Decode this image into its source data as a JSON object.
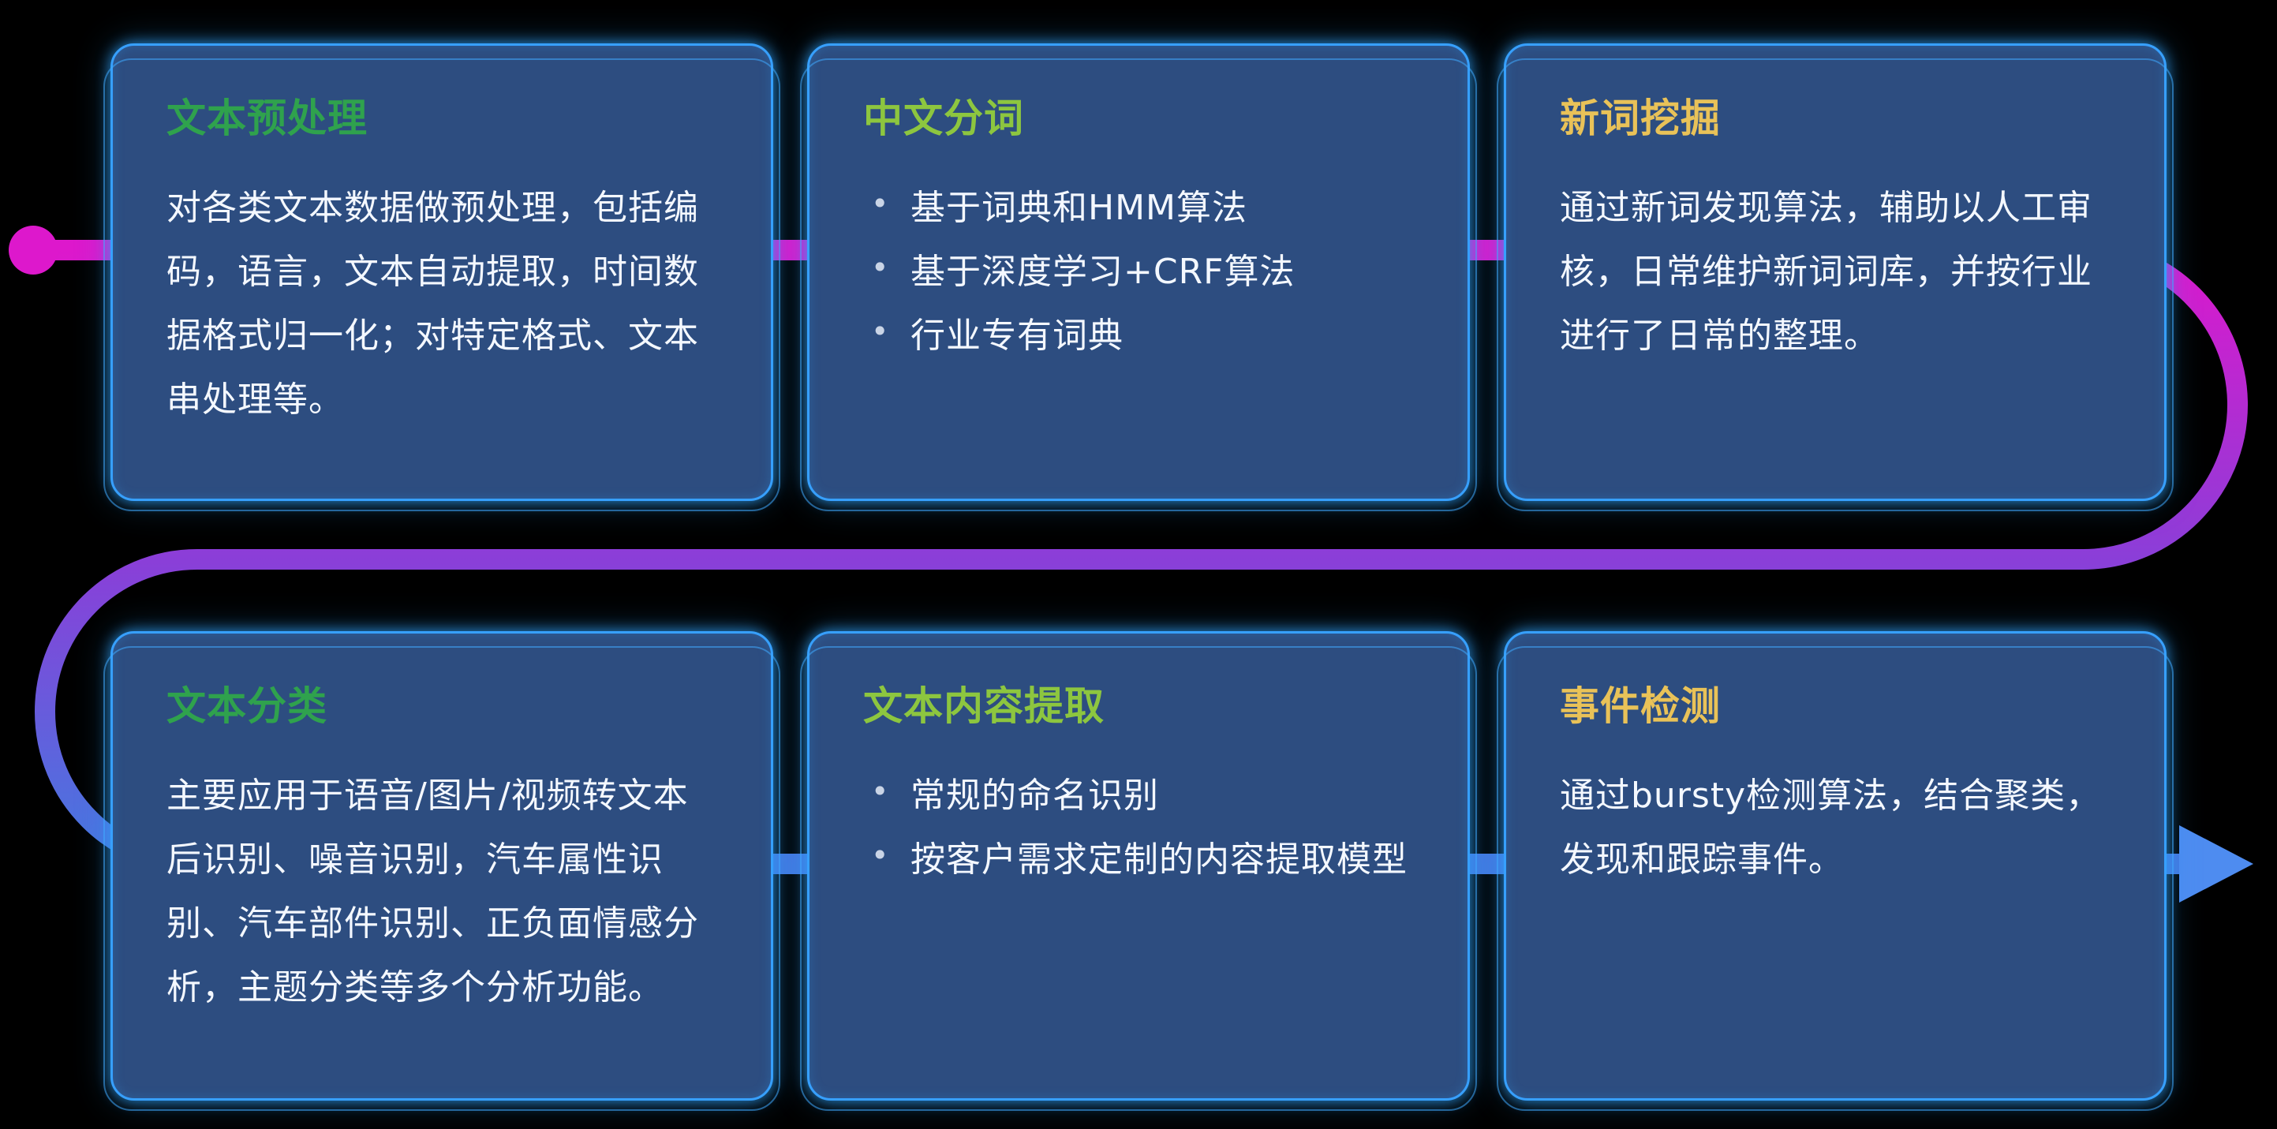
{
  "palette": {
    "background": "#000000",
    "card_fill": "#2d4d80",
    "card_border": "#37a0ff",
    "magenta": "#dd18cc",
    "purple": "#8b3ed8",
    "blue": "#4479e0",
    "arrow_blue": "#4e8cf0",
    "green_title": "#2fa24d",
    "lime_title": "#8dc63f",
    "gold_title": "#e9c258"
  },
  "cards": [
    {
      "id": "text-preprocessing",
      "title": "文本预处理",
      "title_color": "#2fa24d",
      "type": "paragraph",
      "body": "对各类文本数据做预处理，包括编码，语言，文本自动提取，时间数据格式归一化；对特定格式、文本串处理等。"
    },
    {
      "id": "chinese-word-segmentation",
      "title": "中文分词",
      "title_color": "#8dc63f",
      "type": "bullets",
      "bullets": [
        "基于词典和HMM算法",
        "基于深度学习+CRF算法",
        "行业专有词典"
      ]
    },
    {
      "id": "new-word-mining",
      "title": "新词挖掘",
      "title_color": "#e9c258",
      "type": "paragraph",
      "body": "通过新词发现算法，辅助以人工审核，日常维护新词词库，并按行业进行了日常的整理。"
    },
    {
      "id": "text-classification",
      "title": "文本分类",
      "title_color": "#2fa24d",
      "type": "paragraph",
      "body": "主要应用于语音/图片/视频转文本后识别、噪音识别，汽车属性识别、汽车部件识别、正负面情感分析，主题分类等多个分析功能。"
    },
    {
      "id": "text-content-extraction",
      "title": "文本内容提取",
      "title_color": "#8dc63f",
      "type": "bullets",
      "bullets": [
        "常规的命名识别",
        "按客户需求定制的内容提取模型"
      ]
    },
    {
      "id": "event-detection",
      "title": "事件检测",
      "title_color": "#e9c258",
      "type": "paragraph",
      "body": "通过bursty检测算法，结合聚类，发现和跟踪事件。"
    }
  ]
}
